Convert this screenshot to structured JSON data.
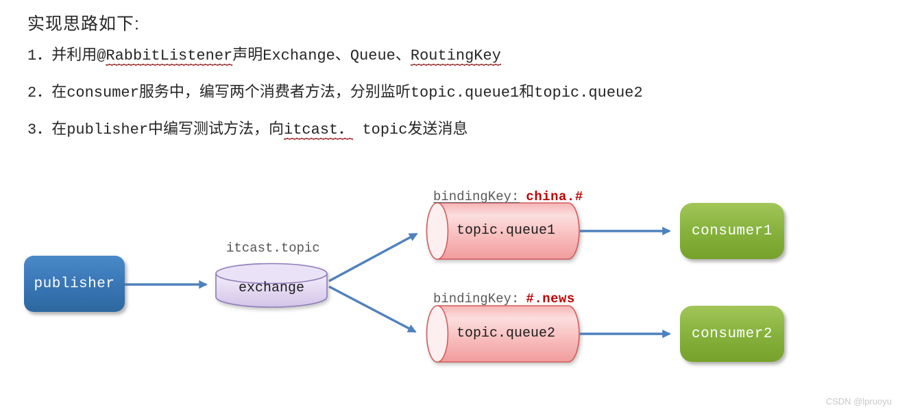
{
  "notes": {
    "heading": "实现思路如下:",
    "lines": [
      {
        "segments": [
          {
            "t": "1．并利用@",
            "s": "plain"
          },
          {
            "t": "RabbitListener",
            "s": "spell"
          },
          {
            "t": "声明Exchange、Queue、",
            "s": "plain"
          },
          {
            "t": "RoutingKey",
            "s": "spell"
          }
        ]
      },
      {
        "segments": [
          {
            "t": "2．在consumer服务中，编写两个消费者方法，分别监听topic.queue1和topic.queue2",
            "s": "plain"
          }
        ]
      },
      {
        "segments": [
          {
            "t": "3．在publisher中编写测试方法，向",
            "s": "plain"
          },
          {
            "t": "itcast．",
            "s": "spell"
          },
          {
            "t": " topic发送消息",
            "s": "plain"
          }
        ]
      }
    ]
  },
  "diagram": {
    "publisher": {
      "label": "publisher"
    },
    "exchange": {
      "title": "itcast.topic",
      "label": "exchange"
    },
    "queues": [
      {
        "binding_label": "bindingKey:",
        "binding_value": "china.#",
        "label": "topic.queue1",
        "consumer_label": "consumer1"
      },
      {
        "binding_label": "bindingKey:",
        "binding_value": "#.news",
        "label": "topic.queue2",
        "consumer_label": "consumer2"
      }
    ],
    "colors": {
      "publisher_blue": "#3a78b8",
      "consumer_green": "#86b23d",
      "exchange_fill": "#ddd0ee",
      "exchange_border": "#8f7cba",
      "queue_fill": "#f7b1b1",
      "queue_border": "#d15b5b",
      "arrow_blue": "#4f81bd",
      "binding_value_red": "#c00000",
      "caption_gray": "#595959"
    }
  },
  "watermark": "CSDN @lpruoyu"
}
